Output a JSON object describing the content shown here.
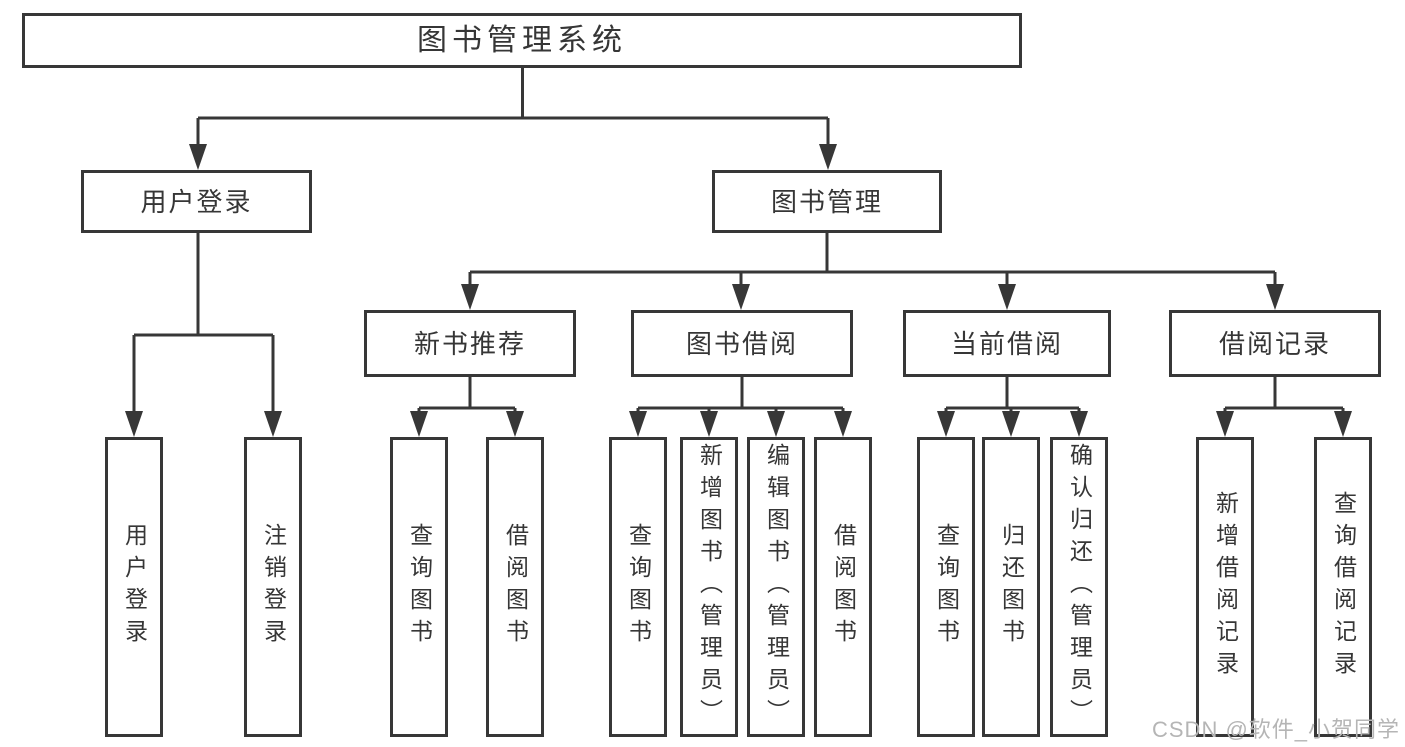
{
  "colors": {
    "line": "#373737",
    "text": "#363636",
    "watermark": "#b5b5b5",
    "background": "#ffffff"
  },
  "watermark": {
    "text": "CSDN @软件_小贺同学"
  },
  "tree": {
    "root": {
      "label": "图书管理系统",
      "children": [
        {
          "label": "用户登录",
          "children": [
            {
              "label": "用户登录"
            },
            {
              "label": "注销登录"
            }
          ]
        },
        {
          "label": "图书管理",
          "children": [
            {
              "label": "新书推荐",
              "children": [
                {
                  "label": "查询图书"
                },
                {
                  "label": "借阅图书"
                }
              ]
            },
            {
              "label": "图书借阅",
              "children": [
                {
                  "label": "查询图书"
                },
                {
                  "label": "新增图书（管理员）"
                },
                {
                  "label": "编辑图书（管理员）"
                },
                {
                  "label": "借阅图书"
                }
              ]
            },
            {
              "label": "当前借阅",
              "children": [
                {
                  "label": "查询图书"
                },
                {
                  "label": "归还图书"
                },
                {
                  "label": "确认归还（管理员）"
                }
              ]
            },
            {
              "label": "借阅记录",
              "children": [
                {
                  "label": "新增借阅记录"
                },
                {
                  "label": "查询借阅记录"
                }
              ]
            }
          ]
        }
      ]
    }
  }
}
